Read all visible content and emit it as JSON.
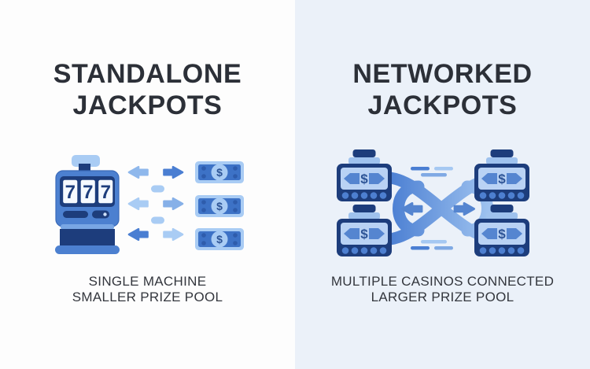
{
  "left_panel": {
    "title_line1": "STANDALONE",
    "title_line2": "JACKPOTS",
    "caption_line1": "SINGLE MACHINE",
    "caption_line2": "SMALLER PRIZE POOL",
    "illustration": {
      "name": "slot-machine-exchanging-bills",
      "reels": [
        "7",
        "7",
        "7"
      ],
      "currency_symbol": "$",
      "bill_count": 3
    }
  },
  "right_panel": {
    "title_line1": "NETWORKED",
    "title_line2": "JACKPOTS",
    "caption_line1": "MULTIPLE CASINOS CONNECTED",
    "caption_line2": "LARGER PRIZE POOL",
    "illustration": {
      "name": "four-jackpot-machines-linked-by-infinity-ribbon",
      "machine_count": 4,
      "currency_symbol": "$"
    }
  },
  "colors": {
    "left_background": "#fdfdfd",
    "right_background": "#ebf1f9",
    "heading_text": "#2c3038",
    "caption_text": "#33363d",
    "dark_navy": "#1d3d7c",
    "medium_blue": "#4c80d0",
    "light_blue": "#a9ccf4",
    "screen_blue": "#b9d2f4"
  }
}
